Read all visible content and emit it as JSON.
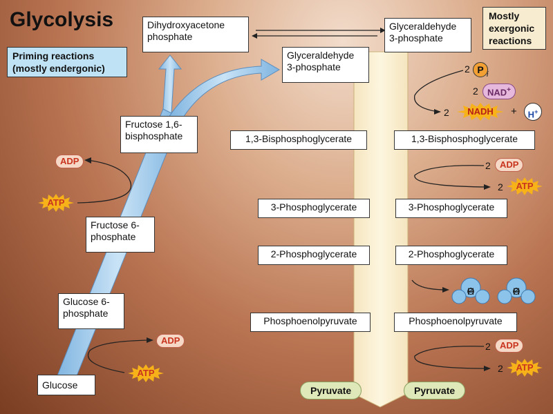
{
  "title": "Glycolysis",
  "priming": {
    "line1": "Priming reactions",
    "line2": "(mostly endergonic)"
  },
  "exergonic": {
    "line1": "Mostly",
    "line2": "exergonic",
    "line3": "reactions"
  },
  "left": {
    "glucose": "Glucose",
    "g6p_1": "Glucose 6-",
    "g6p_2": "phosphate",
    "f6p_1": "Fructose 6-",
    "f6p_2": "phosphate",
    "f16bp_1": "Fructose 1,6-",
    "f16bp_2": "bisphosphate",
    "adp": "ADP",
    "atp": "ATP"
  },
  "top": {
    "dhap_1": "Dihydroxyacetone",
    "dhap_2": "phosphate",
    "g3p_1": "Glyceraldehyde",
    "g3p_2": "3-phosphate"
  },
  "middle_col": {
    "bpg": "1,3-Bisphosphoglycerate",
    "pg3": "3-Phosphoglycerate",
    "pg2": "2-Phosphoglycerate",
    "pep": "Phosphoenolpyruvate",
    "pyruvate": "Pyruvate"
  },
  "right_col": {
    "bpg": "1,3-Bisphosphoglycerate",
    "pg3": "3-Phosphoglycerate",
    "pg2": "2-Phosphoglycerate",
    "pep": "Phosphoenolpyruvate",
    "pyruvate": "Pyruvate"
  },
  "right_side": {
    "two": "2",
    "pi": "P",
    "pi_sub": "i",
    "nad": "NAD",
    "nad_sup": "+",
    "nadh": "NADH",
    "plus": "+",
    "h": "H",
    "h_sup": "+",
    "adp": "ADP",
    "atp": "ATP",
    "h2o_h": "H",
    "h2o_sub": "2",
    "h2o_o": "O"
  },
  "colors": {
    "blue_arrow": "#a8d0ee",
    "cream_arrow": "#fbf3d8",
    "atp_burst": "#f7b21a",
    "adp_fill": "#f6d8c6"
  }
}
